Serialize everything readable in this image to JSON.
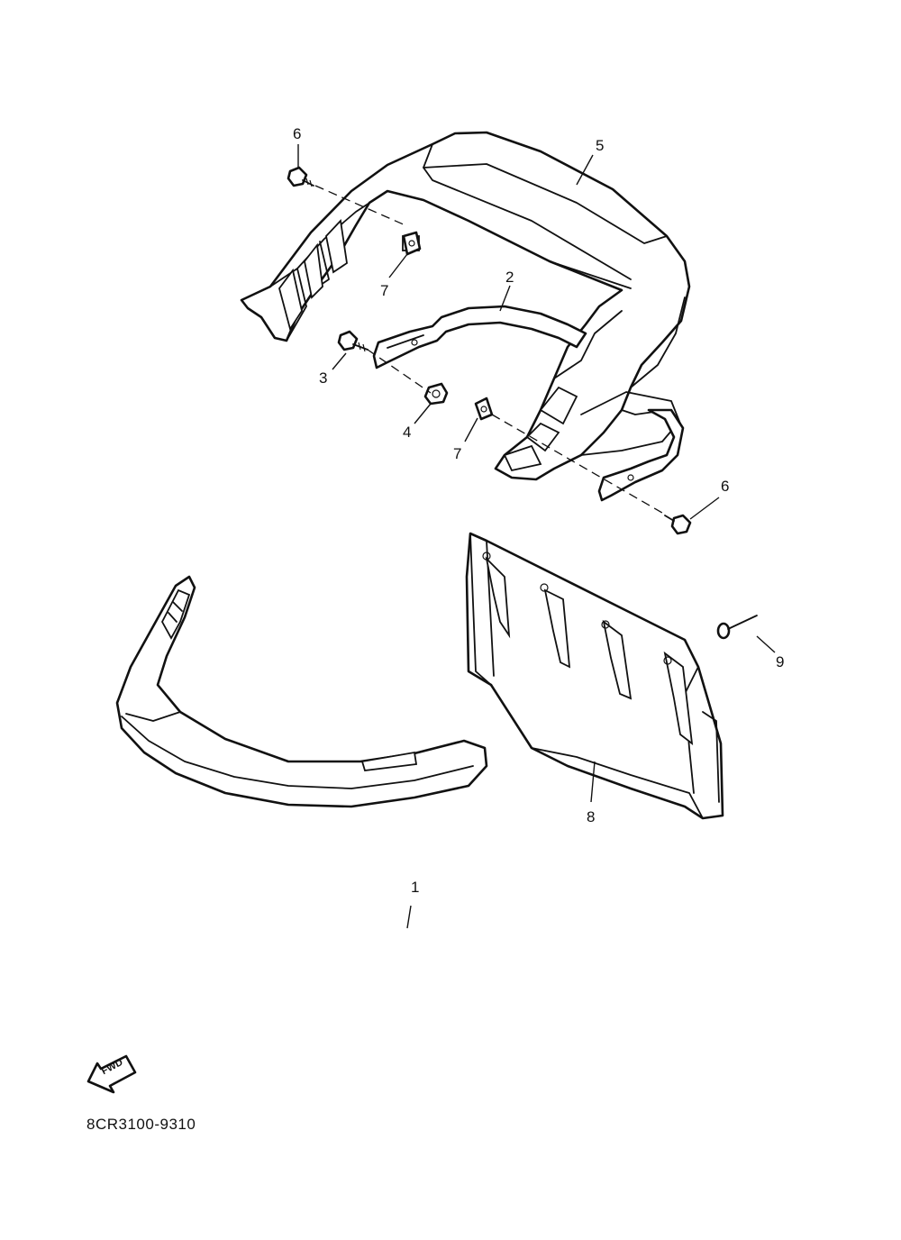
{
  "callouts": [
    {
      "id": "c1",
      "label": "1"
    },
    {
      "id": "c2",
      "label": "2"
    },
    {
      "id": "c3",
      "label": "3"
    },
    {
      "id": "c4",
      "label": "4"
    },
    {
      "id": "c5",
      "label": "5"
    },
    {
      "id": "c6a",
      "label": "6"
    },
    {
      "id": "c6b",
      "label": "6"
    },
    {
      "id": "c7a",
      "label": "7"
    },
    {
      "id": "c7b",
      "label": "7"
    },
    {
      "id": "c8",
      "label": "8"
    },
    {
      "id": "c9",
      "label": "9"
    }
  ],
  "direction_arrow": {
    "label": "FWD",
    "icon": "forward-arrow-icon"
  },
  "drawing_code": "8CR3100-9310"
}
